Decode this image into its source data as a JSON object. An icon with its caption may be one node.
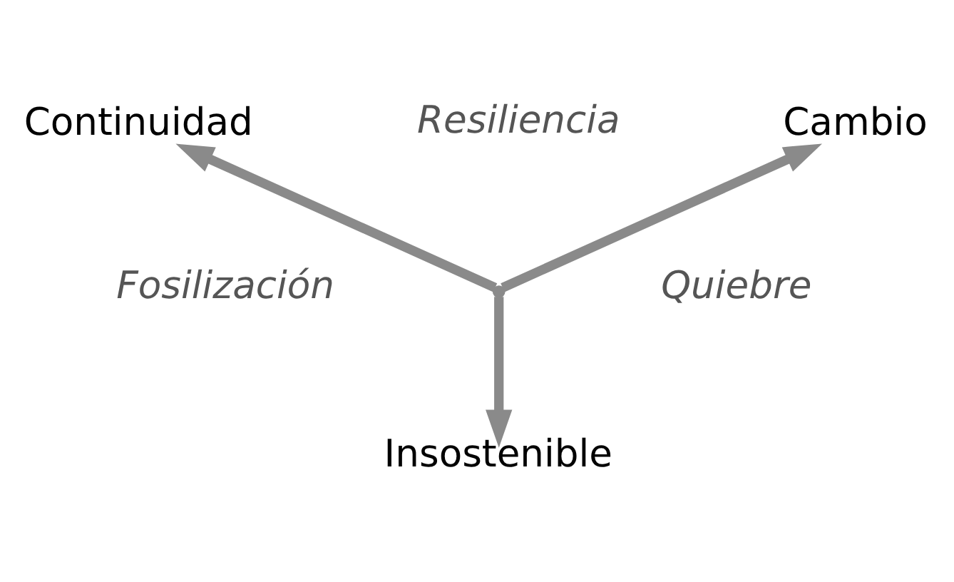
{
  "diagram": {
    "nodes": [
      {
        "text": [
          "Continuidad"
        ]
      },
      {
        "text": [
          "Cambio"
        ]
      },
      {
        "text": [],
        "shape": "point"
      },
      {
        "text": [
          "Insostenible"
        ]
      }
    ],
    "edges": [
      {
        "from": 2,
        "to": 0,
        "arrow": "to"
      },
      {
        "from": 2,
        "to": 1,
        "arrow": "to"
      },
      {
        "from": 2,
        "to": 3,
        "arrow": "to"
      }
    ],
    "labels": [
      "Resiliencia",
      "Fosilización",
      "Quiebre"
    ]
  }
}
